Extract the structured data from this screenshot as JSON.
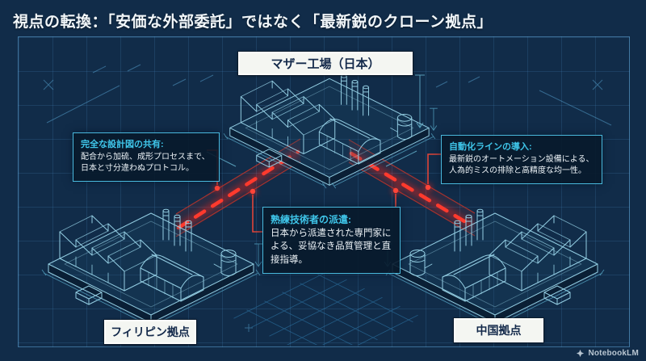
{
  "slide": {
    "title": "視点の転換：「安価な外部委託」ではなく「最新鋭のクローン拠点」",
    "watermark": "NotebookLM"
  },
  "nodes": {
    "mother_factory": {
      "label": "マザー工場（日本）"
    },
    "philippines": {
      "label": "フィリピン拠点"
    },
    "china": {
      "label": "中国拠点"
    }
  },
  "callouts": {
    "blueprint_sharing": {
      "title": "完全な設計図の共有:",
      "body": "配合から加硫、成形プロセスまで、日本と寸分違わぬプロトコル。"
    },
    "expert_dispatch": {
      "title": "熟練技術者の派遣:",
      "body": "日本から派遣された専門家による、妥協なき品質管理と直接指導。"
    },
    "automation": {
      "title": "自動化ラインの導入:",
      "body": "最新鋭のオートメーション設備による、人為的ミスの排除と高精度な均一性。"
    }
  },
  "icons": {
    "watermark_logo": "notebooklm-star-icon",
    "factory_art": "isometric-factory-blueprint",
    "link_lines": "red-dashed-transfer-line"
  },
  "colors": {
    "background": "#112c49",
    "grid": "#3d7fb0",
    "accent_cyan": "#3fc6ea",
    "alert_red": "#ff3a2d",
    "label_bg": "#f4f6f2",
    "label_text": "#13294a",
    "body_text": "#eef4f8"
  }
}
